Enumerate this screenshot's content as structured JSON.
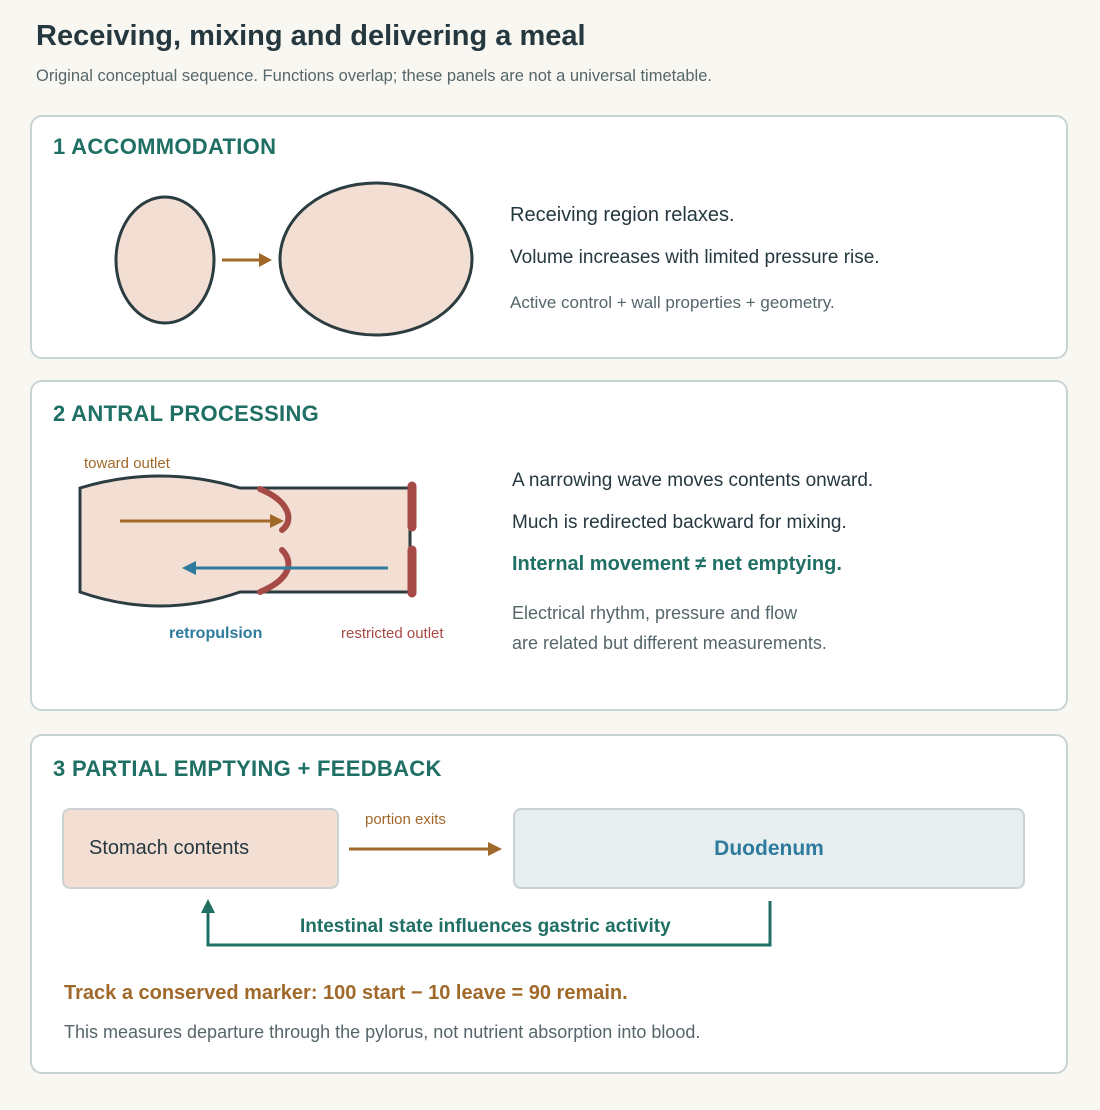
{
  "header": {
    "title": "Receiving, mixing and delivering a meal",
    "subtitle": "Original conceptual sequence. Functions overlap; these panels are not a universal timetable."
  },
  "panel1": {
    "title": "1 ACCOMMODATION",
    "line1": "Receiving region relaxes.",
    "line2": "Volume increases with limited pressure rise.",
    "note": "Active control + wall properties + geometry."
  },
  "panel2": {
    "title": "2 ANTRAL PROCESSING",
    "label_toward": "toward outlet",
    "label_retro": "retropulsion",
    "label_outlet": "restricted outlet",
    "line1": "A narrowing wave moves contents onward.",
    "line2": "Much is redirected backward for mixing.",
    "key": "Internal movement ≠ net emptying.",
    "note1": "Electrical rhythm, pressure and flow",
    "note2": "are related but different measurements."
  },
  "panel3": {
    "title": "3 PARTIAL EMPTYING + FEEDBACK",
    "stomach": "Stomach contents",
    "exit_label": "portion exits",
    "duodenum": "Duodenum",
    "feedback": "Intestinal state influences gastric activity",
    "marker": "Track a conserved marker: 100 start − 10 leave = 90 remain.",
    "note": "This measures departure through the pylorus, not nutrient absorption into blood."
  },
  "colors": {
    "tissue": "#f2ded3",
    "outline": "#2b3d40",
    "teal": "#1f6f64",
    "brown": "#a0692a",
    "blue": "#2e7b9e",
    "red": "#a64a45",
    "duodenum": "#e6eef0"
  }
}
